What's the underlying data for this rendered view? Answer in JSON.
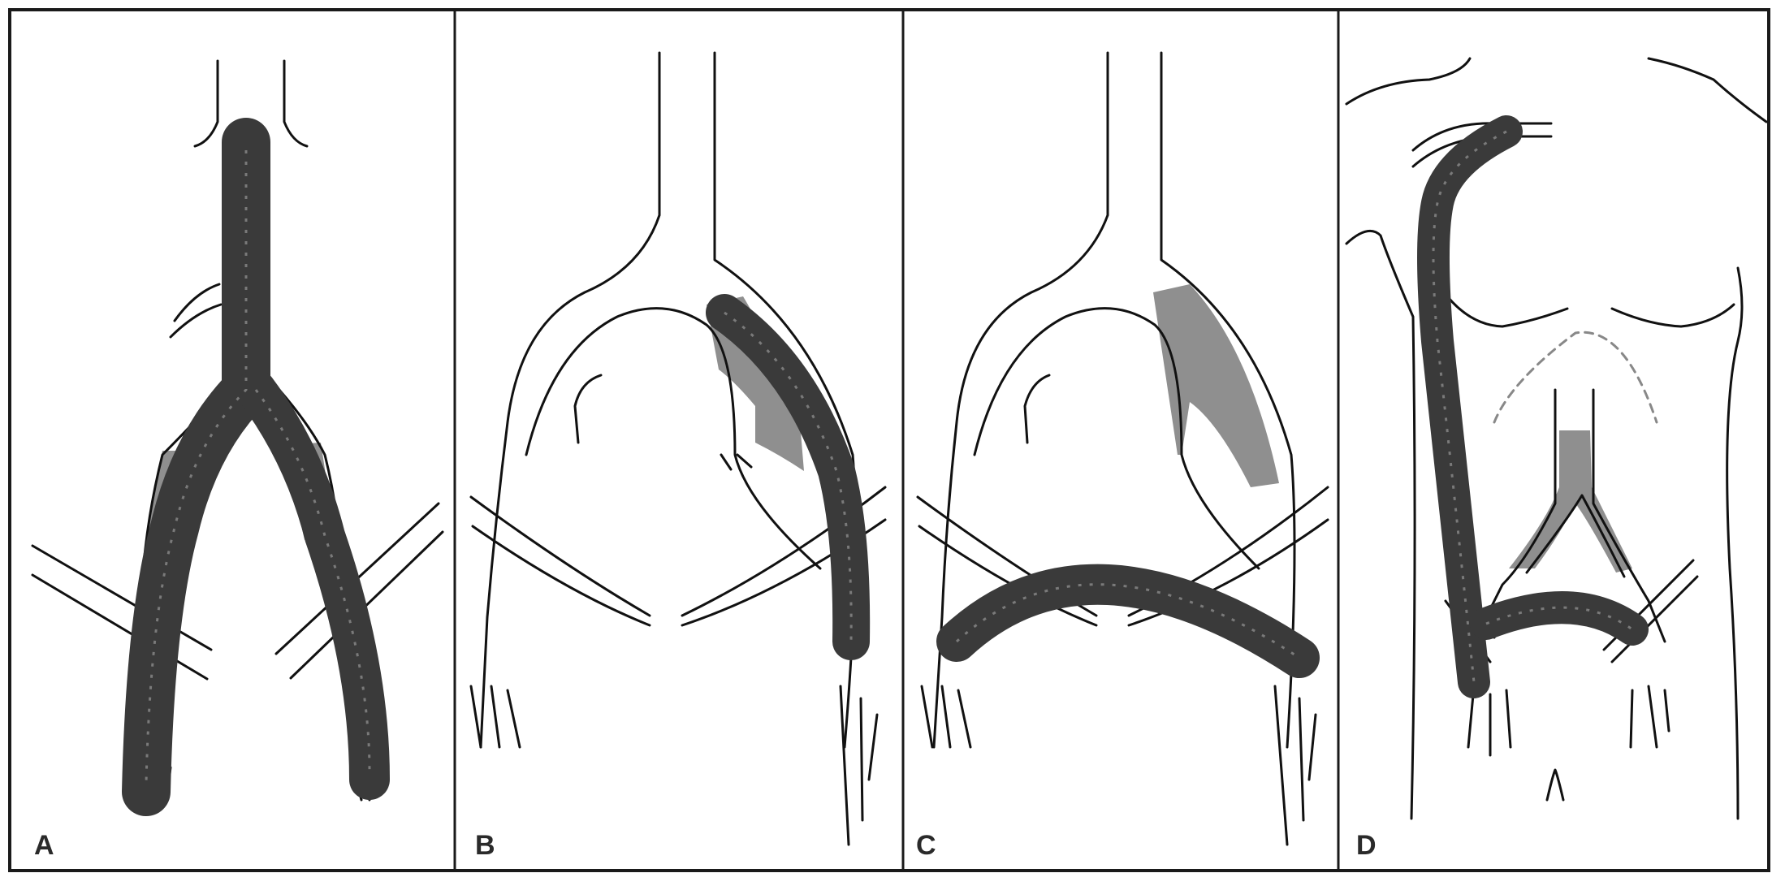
{
  "figure": {
    "panels": [
      {
        "id": "A",
        "label": "A"
      },
      {
        "id": "B",
        "label": "B"
      },
      {
        "id": "C",
        "label": "C"
      },
      {
        "id": "D",
        "label": "D"
      }
    ]
  },
  "colors": {
    "vessel_line": "#111111",
    "graft": "#3a3a3a",
    "graft_rib": "#7a7a7a",
    "diseased_segment": "#8f8f8f",
    "background": "#ffffff"
  }
}
